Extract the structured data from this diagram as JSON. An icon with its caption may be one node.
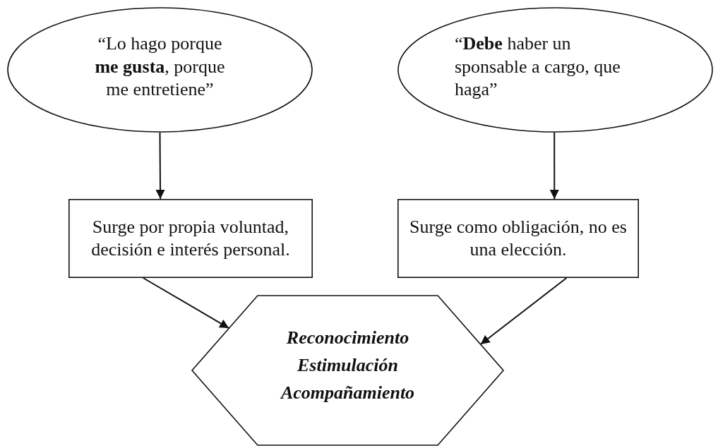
{
  "diagram": {
    "nodes": [
      {
        "text": [
          "“Lo hago porque **me gusta**, porque me entretiene”"
        ]
      },
      {
        "text": [
          "“**Debe** haber un sponsable a cargo, que haga”"
        ]
      },
      {
        "text": [
          "Surge por propia voluntad, decisión e interés personal."
        ]
      },
      {
        "text": [
          "Surge como obligación, no es una elección."
        ]
      },
      {
        "text": [
          "Reconocimiento Estimulación Acompañamiento"
        ]
      }
    ],
    "edges": [
      {
        "from": 0,
        "to": 2,
        "arrow": "to"
      },
      {
        "from": 1,
        "to": 3,
        "arrow": "to"
      },
      {
        "from": 2,
        "to": 4,
        "arrow": "to"
      },
      {
        "from": 3,
        "to": 4,
        "arrow": "to"
      }
    ]
  }
}
